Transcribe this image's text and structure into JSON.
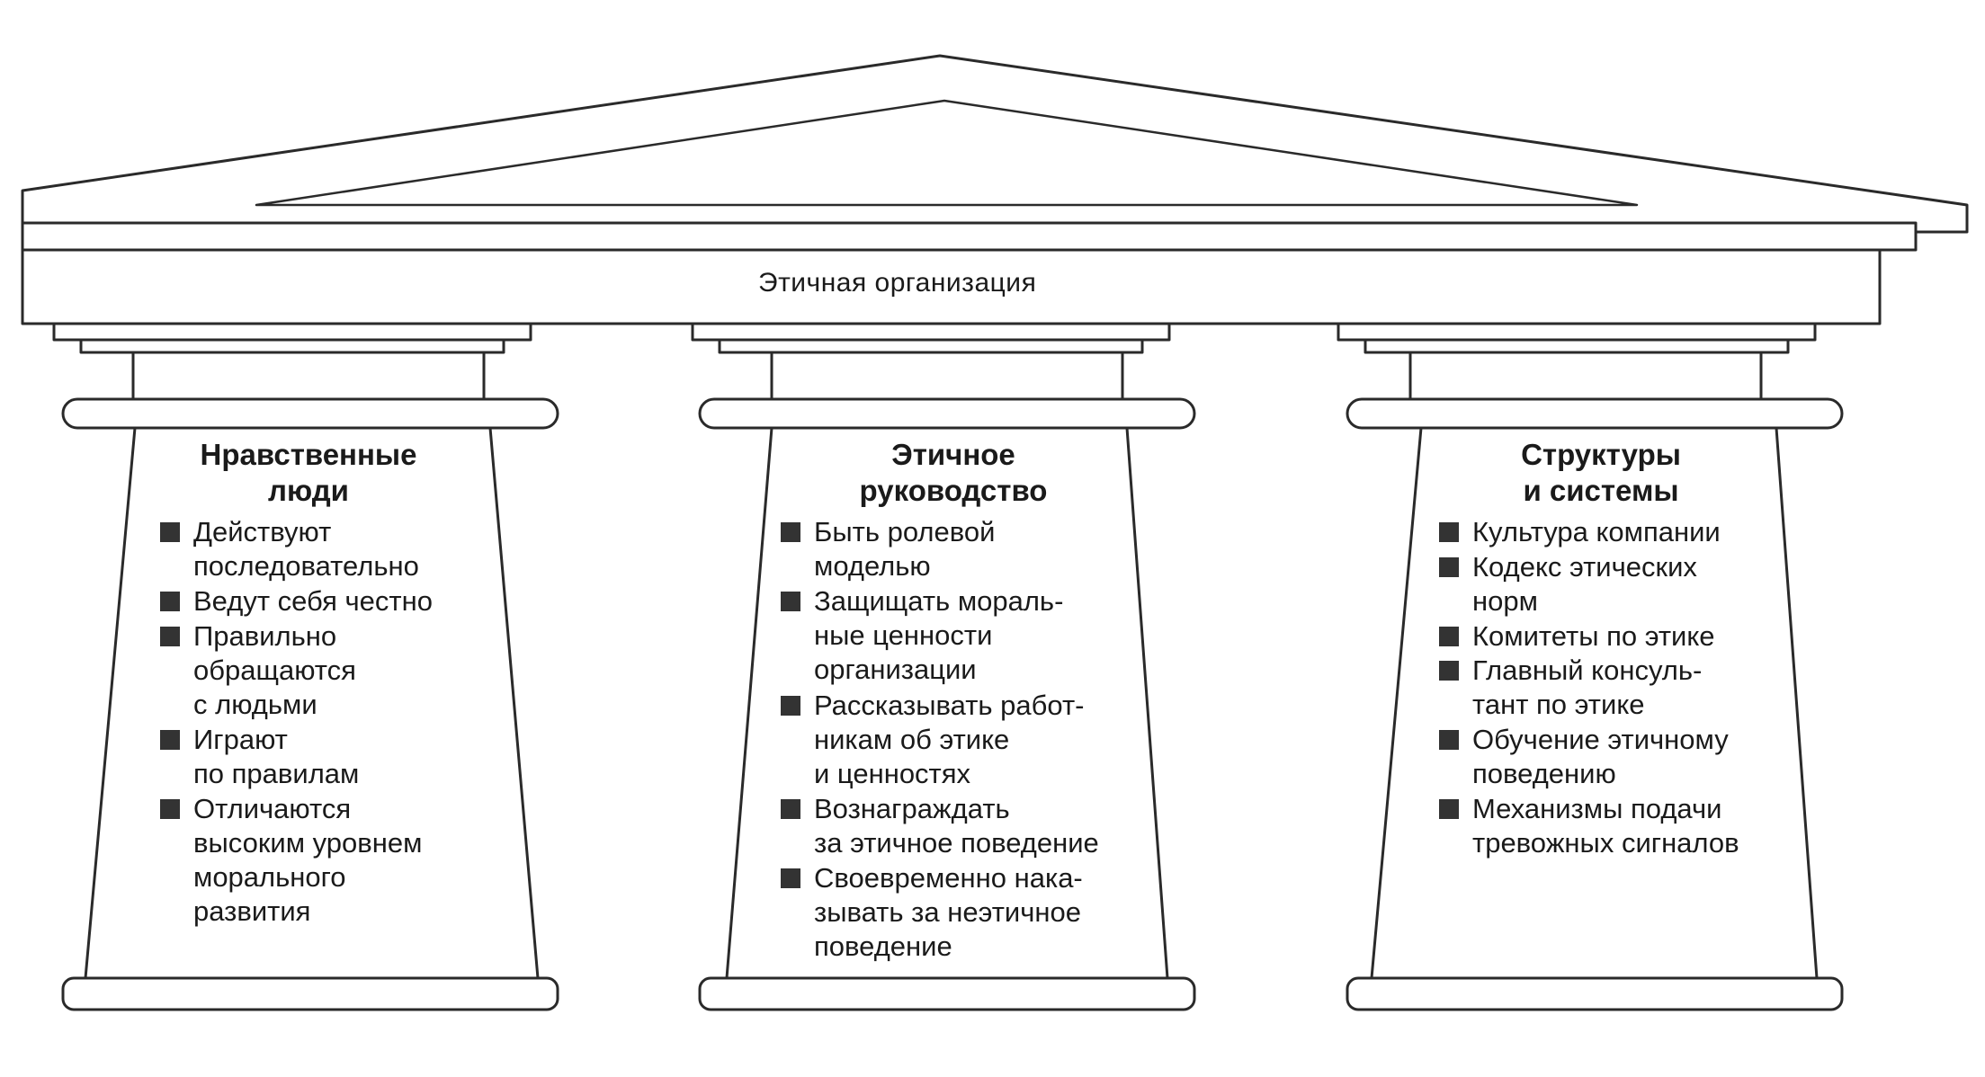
{
  "roof": {
    "title": "Этичная организация"
  },
  "pillars": [
    {
      "heading": [
        "Нравственные",
        "люди"
      ],
      "items": [
        [
          "Действуют",
          "последовательно"
        ],
        [
          "Ведут себя честно"
        ],
        [
          "Правильно",
          "обращаются",
          "с людьми"
        ],
        [
          "Играют",
          "по правилам"
        ],
        [
          "Отличаются",
          "высоким уровнем",
          "морального",
          "развития"
        ]
      ]
    },
    {
      "heading": [
        "Этичное",
        "руководство"
      ],
      "items": [
        [
          "Быть ролевой",
          "моделью"
        ],
        [
          "Защищать мораль-",
          "ные ценности",
          "организации"
        ],
        [
          "Рассказывать работ-",
          "никам об этике",
          "и ценностях"
        ],
        [
          "Вознаграждать",
          "за этичное поведение"
        ],
        [
          "Своевременно нака-",
          "зывать за неэтичное",
          "поведение"
        ]
      ]
    },
    {
      "heading": [
        "Структуры",
        "и системы"
      ],
      "items": [
        [
          "Культура компании"
        ],
        [
          "Кодекс этических",
          "норм"
        ],
        [
          "Комитеты по этике"
        ],
        [
          "Главный консуль-",
          "тант по этике"
        ],
        [
          "Обучение этичному",
          "поведению"
        ],
        [
          "Механизмы подачи",
          "тревожных сигналов"
        ]
      ]
    }
  ]
}
